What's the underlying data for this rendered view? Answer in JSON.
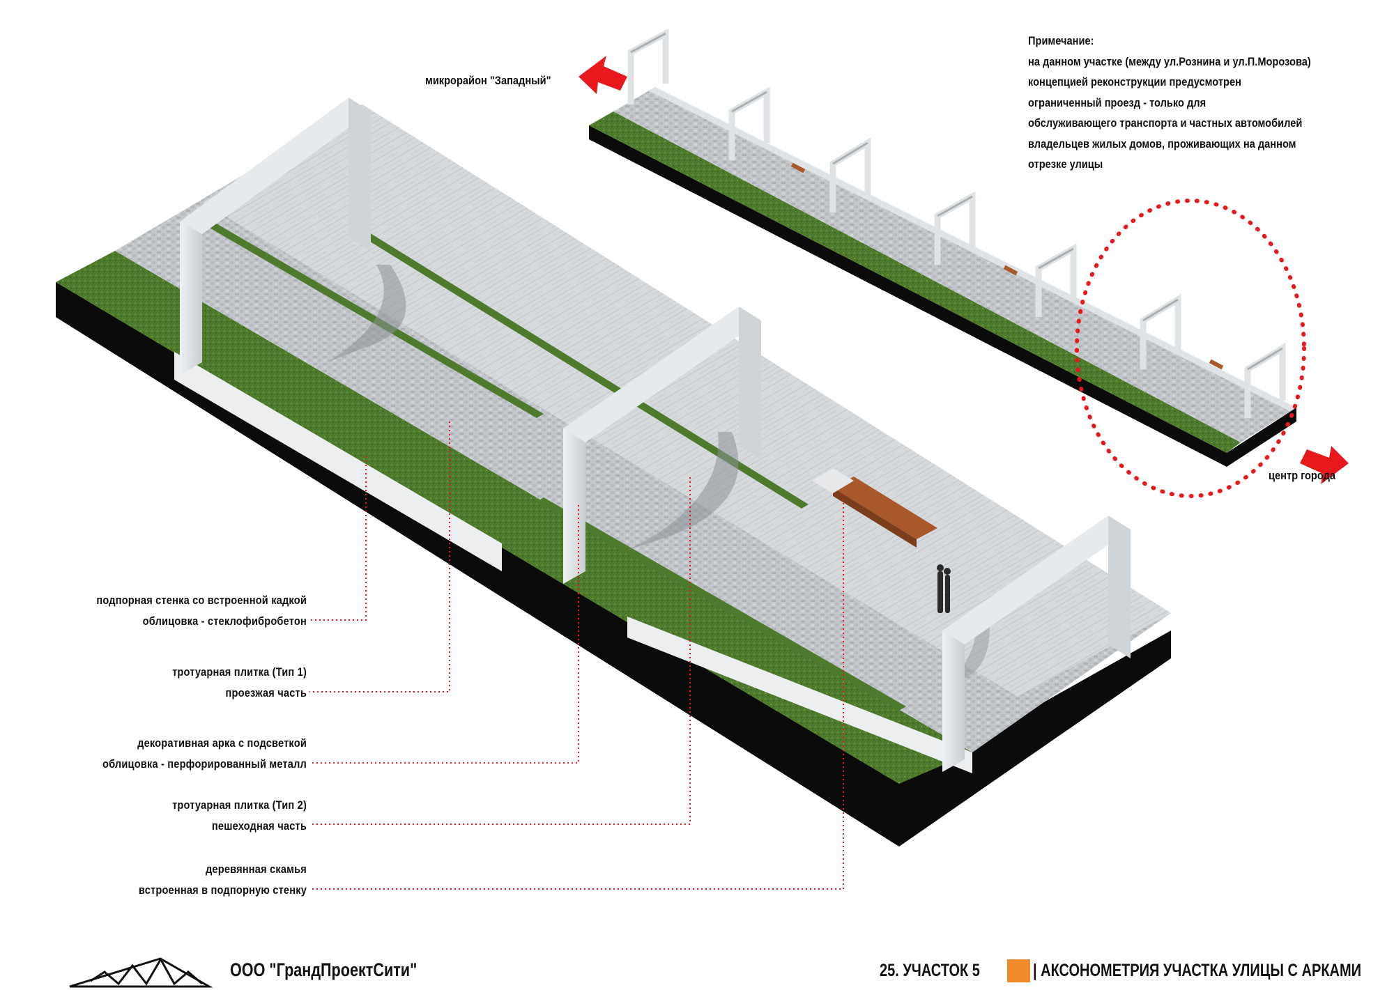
{
  "colors": {
    "accent_red": "#e8191c",
    "grass": "#4e7a2e",
    "base": "#0b0b0b",
    "arch": "#dde2e6",
    "paving": "#c9ccd0",
    "bench": "#a8582a",
    "footer_square": "#f08a2c"
  },
  "callouts": [
    {
      "line1": "подпорная стенка со встроенной кадкой",
      "line2": "облицовка - стеклофибробетон"
    },
    {
      "line1": "тротуарная плитка (Тип 1)",
      "line2": "проезжая часть"
    },
    {
      "line1": "декоративная арка с подсветкой",
      "line2": "облицовка - перфорированный металл"
    },
    {
      "line1": "тротуарная плитка (Тип 2)",
      "line2": "пешеходная часть"
    },
    {
      "line1": "деревянная скамья",
      "line2": "встроенная в подпорную стенку"
    }
  ],
  "note": {
    "title": "Примечание:",
    "lines": [
      "на данном участке (между ул.Рознина и ул.П.Морозова)",
      "концепцией реконструкции предусмотрен",
      "ограниченный проезд - только для",
      "обслуживающего транспорта и частных автомобилей",
      "владельцев жилых домов, проживающих на данном",
      "отрезке улицы"
    ]
  },
  "directions": {
    "west_label": "микрорайон \"Западный\"",
    "east_label": "центр города"
  },
  "footer": {
    "company": "ООО \"ГрандПроектСити\"",
    "sheet": "25. УЧАСТОК 5",
    "sheet_title": "| АКСОНОМЕТРИЯ УЧАСТКА УЛИЦЫ С АРКАМИ"
  },
  "icons": {
    "logo": "triangle-truss-logo-icon",
    "west_arrow": "red-arrow-left-icon",
    "east_arrow": "red-arrow-right-icon",
    "focus_circle": "red-dotted-circle-icon"
  }
}
